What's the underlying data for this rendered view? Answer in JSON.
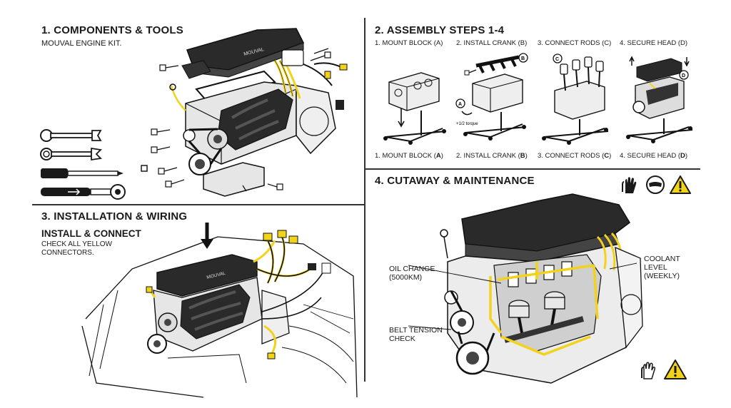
{
  "panel1": {
    "title": "1. COMPONENTS & TOOLS",
    "subtitle": "MOUVAL ENGINE KIT.",
    "cover_brand": "MOUVAL"
  },
  "panel2": {
    "title": "2. ASSEMBLY STEPS 1-4",
    "steps_top": [
      {
        "label": "1. MOUNT BLOCK (A)"
      },
      {
        "label": "2. INSTALL CRANK (B)"
      },
      {
        "label": "3. CONNECT RODS (C)"
      },
      {
        "label": "4. SECURE HEAD (D)"
      }
    ],
    "steps_bottom": [
      {
        "text": "1. MOUNT BLOCK (",
        "key": "A",
        "end": ")"
      },
      {
        "text": "2. INSTALL CRANK (",
        "key": "B",
        "end": ")"
      },
      {
        "text": "3. CONNECT RODS (",
        "key": "C",
        "end": ")"
      },
      {
        "text": "4. SECURE HEAD (",
        "key": "D",
        "end": ")"
      }
    ],
    "markers": {
      "a": "A",
      "b": "B",
      "c": "C",
      "d": "D"
    },
    "torque_note": "+1/2 torque"
  },
  "panel3": {
    "title": "3. INSTALLATION & WIRING",
    "heading": "INSTALL & CONNECT",
    "note_line1": "CHECK ALL YELLOW",
    "note_line2": "CONNECTORS.",
    "cover_brand": "MOUVAL"
  },
  "panel4": {
    "title": "4. CUTAWAY & MAINTENANCE",
    "callouts": {
      "oil_line1": "OIL CHANGE",
      "oil_line2": "(5000KM)",
      "coolant_line1": "COOLANT",
      "coolant_line2": "LEVEL",
      "coolant_line3": "(WEEKLY)",
      "belt_line1": "BELT TENSION",
      "belt_line2": "CHECK"
    }
  },
  "colors": {
    "accent_yellow": "#f2d21b",
    "ink": "#1a1a1a",
    "cover_dark": "#2a2a2a",
    "metal_light": "#e6e6e6"
  },
  "icons": [
    "wrench-icon",
    "ratchet-icon",
    "screwdriver-icon",
    "gloves-icon",
    "goggles-icon",
    "warning-icon"
  ]
}
